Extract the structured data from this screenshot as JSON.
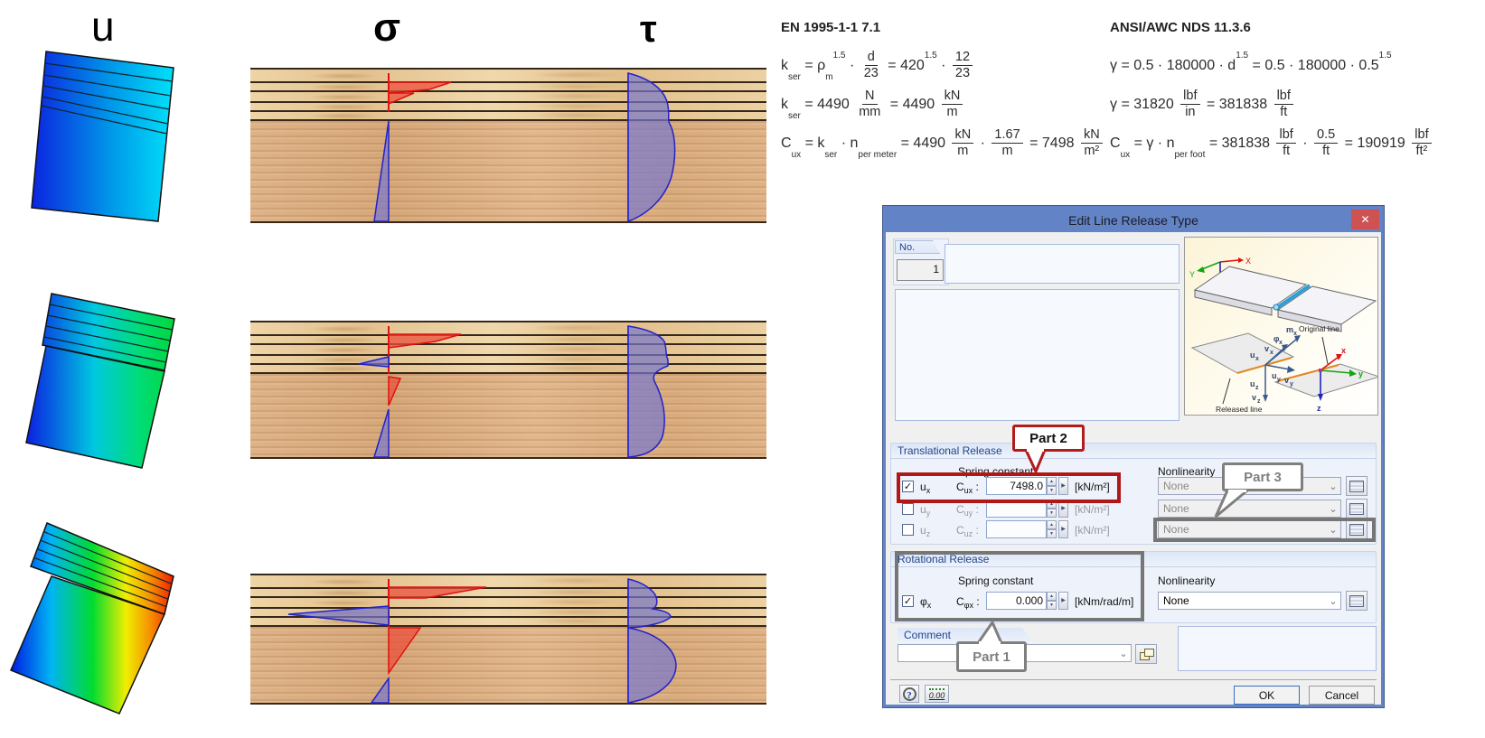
{
  "headers": {
    "u": "u",
    "sigma": "σ",
    "tau": "τ"
  },
  "formulas": {
    "en": {
      "title": "EN 1995-1-1 7.1",
      "lines": [
        [
          {
            "t": "k"
          },
          {
            "sub": "ser"
          },
          {
            "t": " = ρ"
          },
          {
            "sub": "m"
          },
          {
            "sup": "1.5"
          },
          {
            "t": " · "
          },
          {
            "f": [
              "d",
              "23"
            ]
          },
          {
            "t": " = 420"
          },
          {
            "sup": "1.5"
          },
          {
            "t": " · "
          },
          {
            "f": [
              "12",
              "23"
            ]
          }
        ],
        [
          {
            "t": "k"
          },
          {
            "sub": "ser"
          },
          {
            "t": " = 4490 "
          },
          {
            "f": [
              "N",
              "mm"
            ]
          },
          {
            "t": " = 4490 "
          },
          {
            "f": [
              "kN",
              "m"
            ]
          }
        ],
        [
          {
            "t": "C"
          },
          {
            "sub": "ux"
          },
          {
            "t": " = k"
          },
          {
            "sub": "ser"
          },
          {
            "t": " · n"
          },
          {
            "sub": "per meter"
          },
          {
            "t": " = 4490 "
          },
          {
            "f": [
              "kN",
              "m"
            ]
          },
          {
            "t": " · "
          },
          {
            "f": [
              "1.67",
              "m"
            ]
          },
          {
            "t": " = 7498 "
          },
          {
            "f": [
              "kN",
              "m²"
            ]
          }
        ]
      ]
    },
    "ansi": {
      "title": "ANSI/AWC NDS 11.3.6",
      "lines": [
        [
          {
            "t": "γ = 0.5 · 180000 · d"
          },
          {
            "sup": "1.5"
          },
          {
            "t": " = 0.5 · 180000 · 0.5"
          },
          {
            "sup": "1.5"
          }
        ],
        [
          {
            "t": "γ = 31820 "
          },
          {
            "f": [
              "lbf",
              "in"
            ]
          },
          {
            "t": " = 381838 "
          },
          {
            "f": [
              "lbf",
              "ft"
            ]
          }
        ],
        [
          {
            "t": "C"
          },
          {
            "sub": "ux"
          },
          {
            "t": " = γ · n"
          },
          {
            "sub": "per foot"
          },
          {
            "t": " = 381838 "
          },
          {
            "f": [
              "lbf",
              "ft"
            ]
          },
          {
            "t": " · "
          },
          {
            "f": [
              "0.5",
              "ft"
            ]
          },
          {
            "t": " = 190919 "
          },
          {
            "f": [
              "lbf",
              "ft²"
            ]
          }
        ]
      ]
    }
  },
  "dialog": {
    "title": "Edit Line Release Type",
    "no_label": "No.",
    "no_value": "1",
    "sections": {
      "translational": "Translational Release",
      "rotational": "Rotational Release",
      "comment": "Comment"
    },
    "labels": {
      "spring_constant": "Spring constant",
      "nonlinearity": "Nonlinearity"
    },
    "translational_rows": [
      {
        "check": "✓",
        "sym": "u",
        "sub": "x",
        "c": "C",
        "csub": "ux",
        "colon": ":",
        "value": "7498.0",
        "unit": "[kN/m²]",
        "nl": "None"
      },
      {
        "check": "",
        "sym": "u",
        "sub": "y",
        "c": "C",
        "csub": "uy",
        "colon": ":",
        "value": "",
        "unit": "[kN/m²]",
        "nl": "None"
      },
      {
        "check": "",
        "sym": "u",
        "sub": "z",
        "c": "C",
        "csub": "uz",
        "colon": ":",
        "value": "",
        "unit": "[kN/m²]",
        "nl": "None"
      }
    ],
    "rotational_row": {
      "check": "✓",
      "sym": "φ",
      "sub": "x",
      "c": "C",
      "csub": "φx",
      "colon": ":",
      "value": "0.000",
      "unit": "[kNm/rad/m]",
      "nl": "None"
    },
    "buttons": {
      "ok": "OK",
      "cancel": "Cancel",
      "close": "✕",
      "help": "?",
      "units": "0.00"
    },
    "icons": {
      "spin_up": "▲",
      "spin_down": "▼",
      "side_arrow": "▶",
      "chevron": "⌄"
    },
    "diagram": {
      "X": "X",
      "Y": "Y",
      "Z": "Z",
      "phix": [
        "φ",
        "x"
      ],
      "mx": [
        "m",
        "x"
      ],
      "vx": [
        "v",
        "x"
      ],
      "ux": [
        "u",
        "x"
      ],
      "uy": [
        "u",
        "y"
      ],
      "vy": [
        "v",
        "y"
      ],
      "uz": [
        "u",
        "z"
      ],
      "vz": [
        "v",
        "z"
      ],
      "x": "x",
      "y": "y",
      "z": "z",
      "original_line": "Original line",
      "released_line": "Released line"
    }
  },
  "callouts": {
    "part1": "Part 1",
    "part2": "Part 2",
    "part3": "Part 3"
  }
}
